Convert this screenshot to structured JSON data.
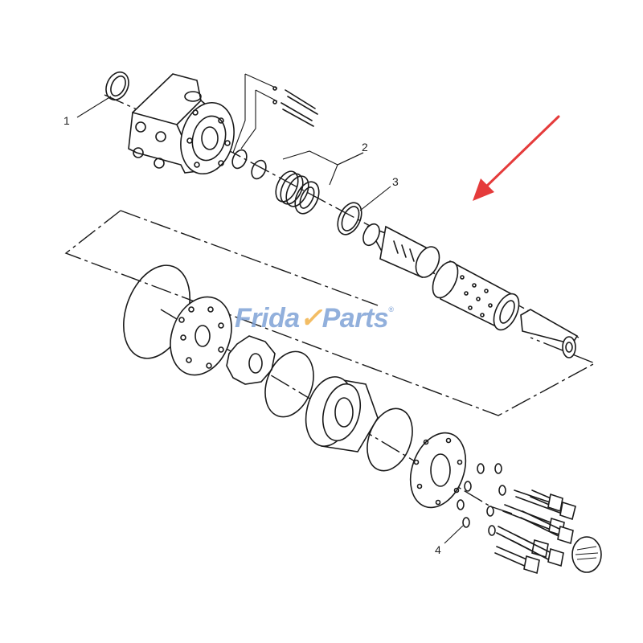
{
  "callouts": [
    {
      "label": "1"
    },
    {
      "label": "2"
    },
    {
      "label": "3"
    },
    {
      "label": "4"
    }
  ],
  "watermark": {
    "brand_first": "Frida",
    "brand_second": "Parts",
    "registered": "®"
  },
  "colors": {
    "arrow": "#e53b3b",
    "watermark": "#7fa3d6",
    "watermark_accent": "#f2b24a",
    "linework": "#1a1a1a"
  }
}
